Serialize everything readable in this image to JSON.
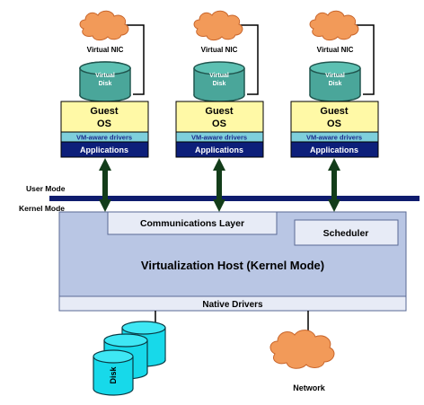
{
  "guests": [
    {
      "nic_label": "Virtual NIC",
      "disk_label": [
        "Virtual",
        "Disk"
      ],
      "os_label": [
        "Guest",
        "OS"
      ],
      "drivers_label": "VM-aware drivers",
      "apps_label": "Applications"
    },
    {
      "nic_label": "Virtual NIC",
      "disk_label": [
        "Virtual",
        "Disk"
      ],
      "os_label": [
        "Guest",
        "OS"
      ],
      "drivers_label": "VM-aware drivers",
      "apps_label": "Applications"
    },
    {
      "nic_label": "Virtual NIC",
      "disk_label": [
        "Virtual",
        "Disk"
      ],
      "os_label": [
        "Guest",
        "OS"
      ],
      "drivers_label": "VM-aware drivers",
      "apps_label": "Applications"
    }
  ],
  "modes": {
    "user": "User Mode",
    "kernel": "Kernel Mode"
  },
  "host": {
    "comm_layer": "Communications Layer",
    "scheduler": "Scheduler",
    "title": "Virtualization Host (Kernel Mode)",
    "native_drivers": "Native Drivers"
  },
  "storage": {
    "disk_label": "Disk"
  },
  "network": {
    "label": "Network"
  },
  "colors": {
    "guest_os": "#fff9a6",
    "drivers": "#7ecfdc",
    "apps": "#0d1f7a",
    "host": "#b9c6e4",
    "mode_bar": "#0f1c6e"
  }
}
